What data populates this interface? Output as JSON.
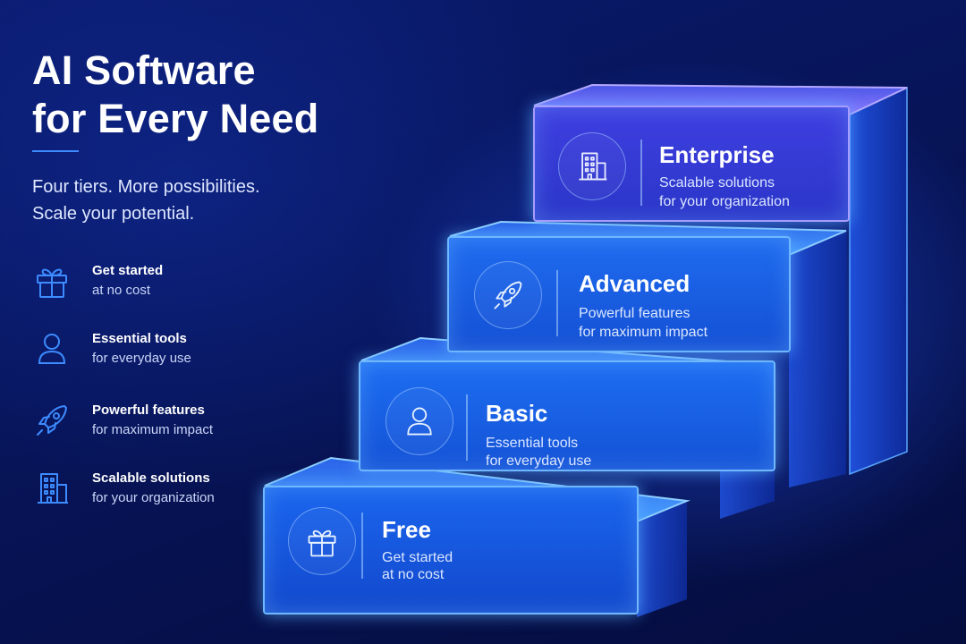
{
  "headline": {
    "line1": "AI Software",
    "line2": "for Every Need"
  },
  "tagline": {
    "line1": "Four tiers. More possibilities.",
    "line2": "Scale your potential."
  },
  "features": [
    {
      "icon": "gift-icon",
      "title": "Get started",
      "desc": "at no cost"
    },
    {
      "icon": "user-icon",
      "title": "Essential tools",
      "desc": "for everyday use"
    },
    {
      "icon": "rocket-icon",
      "title": "Powerful features",
      "desc": "for maximum impact"
    },
    {
      "icon": "building-icon",
      "title": "Scalable solutions",
      "desc": "for your organization"
    }
  ],
  "tiers": [
    {
      "name": "Enterprise",
      "line1": "Scalable solutions",
      "line2": "for your organization",
      "icon": "building-icon"
    },
    {
      "name": "Advanced",
      "line1": "Powerful features",
      "line2": "for maximum impact",
      "icon": "rocket-icon"
    },
    {
      "name": "Basic",
      "line1": "Essential tools",
      "line2": "for everyday use",
      "icon": "user-icon"
    },
    {
      "name": "Free",
      "line1": "Get started",
      "line2": "at no cost",
      "icon": "gift-icon"
    }
  ],
  "colors": {
    "accent": "#3d8bff",
    "glow": "#6fb8ff",
    "background": "#071458"
  }
}
